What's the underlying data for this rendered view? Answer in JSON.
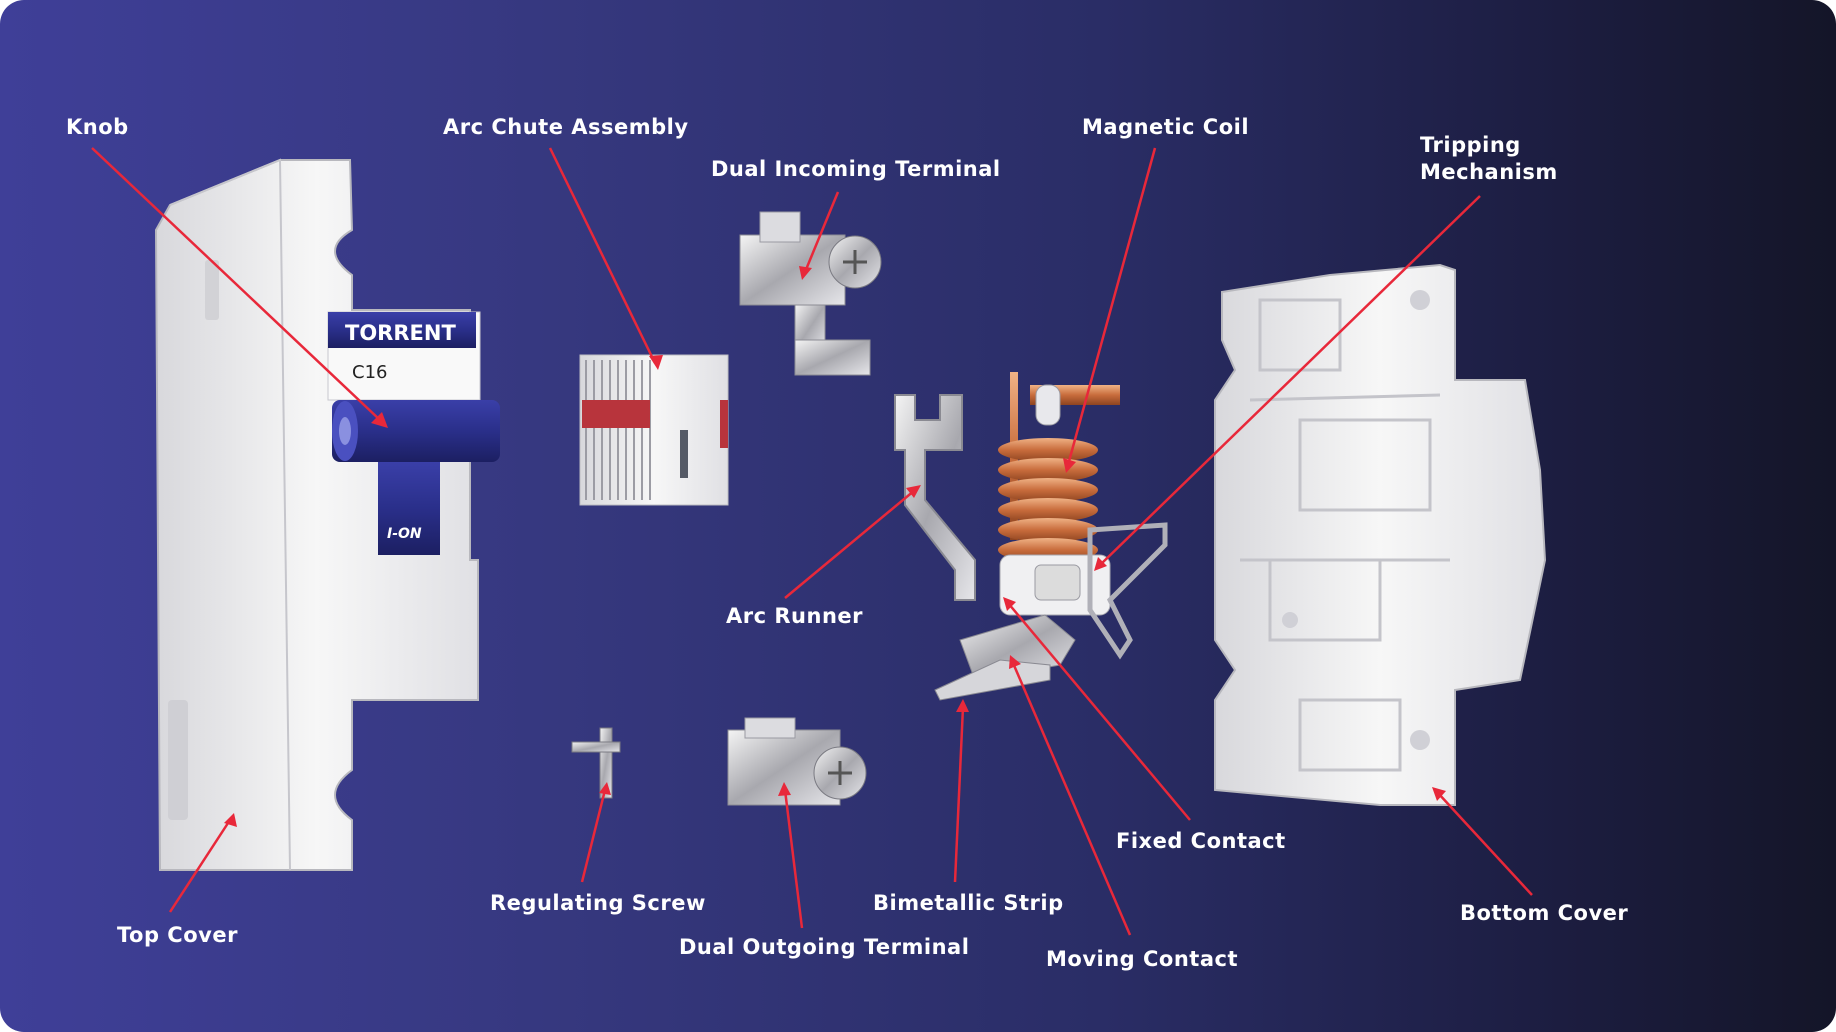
{
  "colors": {
    "accent": "#e8283a",
    "copper": "#c87a4a",
    "brand_navy": "#2a2f8a",
    "plastic": "#f2f2f2"
  },
  "labels": {
    "knob": "Knob",
    "arc_chute": "Arc Chute Assembly",
    "dual_incoming": "Dual Incoming Terminal",
    "magnetic_coil": "Magnetic Coil",
    "tripping_1": "Tripping",
    "tripping_2": "Mechanism",
    "arc_runner": "Arc Runner",
    "fixed_contact": "Fixed Contact",
    "regulating_screw": "Regulating Screw",
    "bimetallic_strip": "Bimetallic Strip",
    "bottom_cover": "Bottom Cover",
    "top_cover": "Top Cover",
    "dual_outgoing": "Dual Outgoing Terminal",
    "moving_contact": "Moving Contact"
  },
  "breaker": {
    "brand": "TORRENT",
    "rating": "C16",
    "switch_mark": "I-ON"
  }
}
